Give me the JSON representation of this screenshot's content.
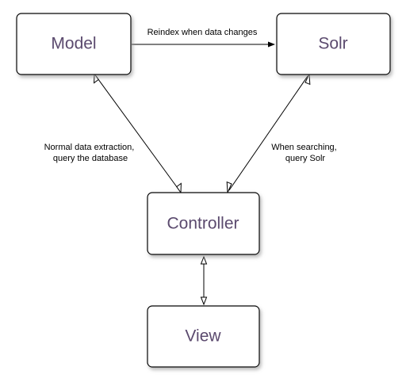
{
  "diagram": {
    "colors": {
      "node_text": "#5b4a6e",
      "line": "#000000",
      "box_border": "#000000",
      "shadow": "#bfbfbf"
    },
    "nodes": {
      "model": {
        "label": "Model"
      },
      "solr": {
        "label": "Solr"
      },
      "controller": {
        "label": "Controller"
      },
      "view": {
        "label": "View"
      }
    },
    "edges": {
      "model_solr": {
        "label": [
          "Reindex when data changes"
        ],
        "arrow": "one-way"
      },
      "model_controller": {
        "label": [
          "Normal data extraction,",
          "query the database"
        ],
        "arrow": "two-way"
      },
      "solr_controller": {
        "label": [
          "When searching,",
          "query Solr"
        ],
        "arrow": "two-way"
      },
      "controller_view": {
        "label": [],
        "arrow": "two-way"
      }
    }
  }
}
